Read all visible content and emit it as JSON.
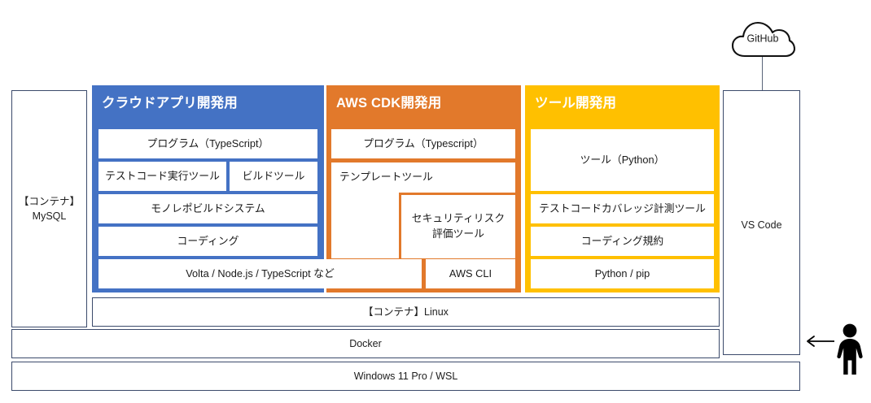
{
  "diagram": {
    "title": "Development environment architecture",
    "colors": {
      "blue": "#4472C4",
      "orange": "#E2792B",
      "yellow": "#FFC000",
      "outline": "#3b4a6b",
      "text": "#1a1a1a"
    }
  },
  "external": {
    "github": "GitHub",
    "person": "developer-figure",
    "arrow": "left-arrow"
  },
  "editor": {
    "label": "VS Code"
  },
  "db_container": {
    "line1": "【コンテナ】",
    "line2": "MySQL"
  },
  "panels": [
    {
      "id": "cloud-app",
      "title": "クラウドアプリ開発用",
      "color": "#4472C4",
      "cards": [
        "プログラム（TypeScript）",
        "テストコード実行ツール",
        "ビルドツール",
        "モノレポビルドシステム",
        "コーディング"
      ]
    },
    {
      "id": "aws-cdk",
      "title": "AWS CDK開発用",
      "color": "#E2792B",
      "cards": [
        "プログラム（Typescript）",
        "テンプレートツール",
        "セキュリティリスク\n評価ツール",
        "AWS CLI"
      ]
    },
    {
      "id": "tooling",
      "title": "ツール開発用",
      "color": "#FFC000",
      "cards": [
        "ツール（Python）",
        "テストコードカバレッジ計測ツール",
        "コーディング規約",
        "Python / pip"
      ]
    }
  ],
  "runtime_card": {
    "label": "Volta / Node.js / TypeScript など"
  },
  "aws_cli_card": {
    "label": "AWS CLI"
  },
  "security_card": {
    "line1": "セキュリティリスク",
    "line2": "評価ツール"
  },
  "stack": [
    {
      "id": "linux-container",
      "label": "【コンテナ】Linux"
    },
    {
      "id": "docker",
      "label": "Docker"
    },
    {
      "id": "host-os",
      "label": "Windows 11 Pro / WSL"
    }
  ]
}
